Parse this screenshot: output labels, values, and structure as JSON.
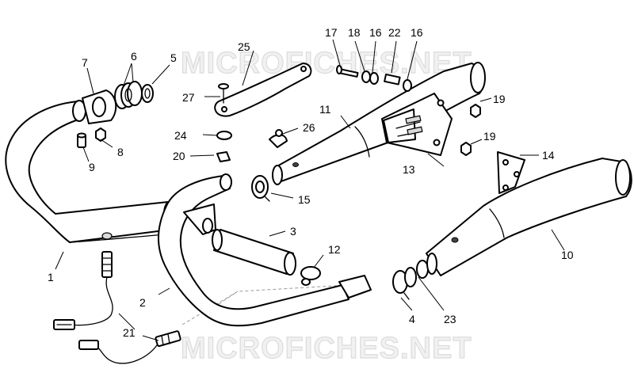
{
  "watermarks": [
    "MICROFICHES.NET",
    "MICROFICHES.NET"
  ],
  "callouts": {
    "c1": "1",
    "c2": "2",
    "c3": "3",
    "c4": "4",
    "c5": "5",
    "c6": "6",
    "c7": "7",
    "c8": "8",
    "c9": "9",
    "c10": "10",
    "c11": "11",
    "c12": "12",
    "c13": "13",
    "c14": "14",
    "c15": "15",
    "c16a": "16",
    "c16b": "16",
    "c17": "17",
    "c18": "18",
    "c19a": "19",
    "c19b": "19",
    "c20": "20",
    "c21": "21",
    "c22": "22",
    "c23": "23",
    "c24": "24",
    "c25": "25",
    "c26": "26",
    "c27": "27"
  },
  "colors": {
    "line": "#000000",
    "watermark": "#dcdcdc",
    "background": "#ffffff"
  }
}
